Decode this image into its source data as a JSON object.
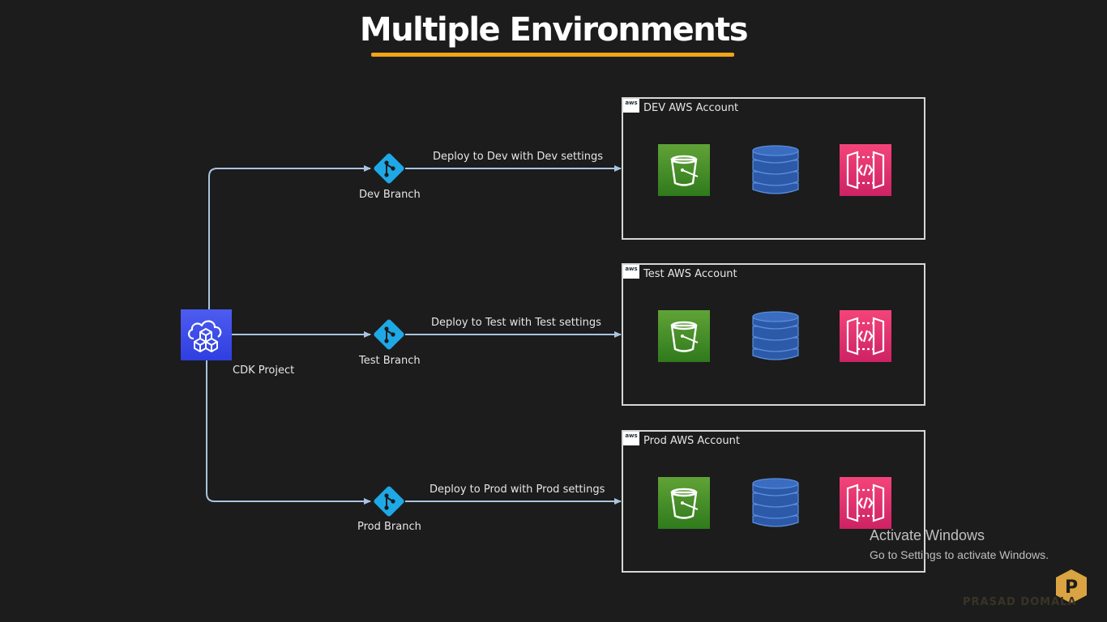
{
  "title": "Multiple Environments",
  "cdk": {
    "label": "CDK Project"
  },
  "branches": [
    {
      "label": "Dev Branch",
      "edge_label": "Deploy to Dev with Dev settings"
    },
    {
      "label": "Test Branch",
      "edge_label": "Deploy to Test with Test settings"
    },
    {
      "label": "Prod Branch",
      "edge_label": "Deploy to Prod with Prod settings"
    }
  ],
  "accounts": [
    {
      "title": "DEV AWS Account",
      "services": [
        "s3-bucket-icon",
        "dynamodb-icon",
        "api-gateway-icon"
      ]
    },
    {
      "title": "Test AWS Account",
      "services": [
        "s3-bucket-icon",
        "dynamodb-icon",
        "api-gateway-icon"
      ]
    },
    {
      "title": "Prod AWS Account",
      "services": [
        "s3-bucket-icon",
        "dynamodb-icon",
        "api-gateway-icon"
      ]
    }
  ],
  "aws_badge": "aws",
  "watermark": {
    "activate_title": "Activate Windows",
    "activate_sub": "Go to Settings to activate Windows.",
    "logo_letter": "P",
    "logo_text": "PRASAD DOMALA"
  },
  "colors": {
    "background": "#1c1c1c",
    "title_underline": "#f2a417",
    "connector": "#a9c4e0",
    "git_icon": "#1ea8e6",
    "cdk_icon": "#3b4ae8",
    "s3": "#3f8f24",
    "dynamodb": "#2c5aa8",
    "api_gateway": "#e7316f"
  }
}
